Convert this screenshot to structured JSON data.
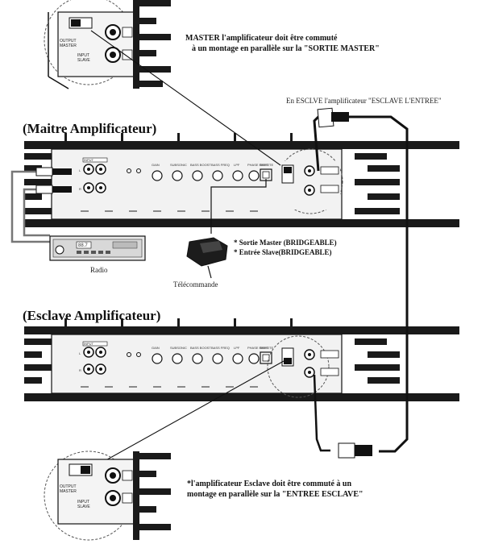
{
  "notes": {
    "master_note_line1": "MASTER l'amplificateur doit être commuté",
    "master_note_line2": "à un montage en parallèle sur la \"SORTIE MASTER\"",
    "slave_input_note": "En ESCLVE l'amplificateur \"ESCLAVE L'ENTREE\"",
    "bridge_line1": "* Sortie Master (BRIDGEABLE)",
    "bridge_line2": "* Entrée Slave(BRIDGEABLE)",
    "slave_note_line1": "*l'amplificateur Esclave doit être commuté à un",
    "slave_note_line2": "montage en parallèle sur la \"ENTREE ESCLAVE\""
  },
  "titles": {
    "master_amp": "(Maitre Amplificateur)",
    "slave_amp": "(Esclave Amplificateur)"
  },
  "devices": {
    "radio_label": "Radio",
    "radio_display": "88.7",
    "remote_label": "Télécommande"
  },
  "switch_labels": {
    "output": "OUTPUT",
    "master": "MASTER",
    "input": "INPUT",
    "slave": "SLAVE"
  },
  "panel_labels": {
    "input": "INPUT",
    "l": "L",
    "r": "R",
    "remote": "REMOTE",
    "knob_1": "GAIN",
    "knob_2": "SUBSONIC",
    "knob_3": "BASS BOOST",
    "knob_4": "BASS FREQ",
    "knob_5": "LPF",
    "knob_6": "PHASE SHIFT"
  },
  "colors": {
    "ink": "#111111",
    "heatsink": "#1a1a1a",
    "panel": "#f2f2f2"
  }
}
